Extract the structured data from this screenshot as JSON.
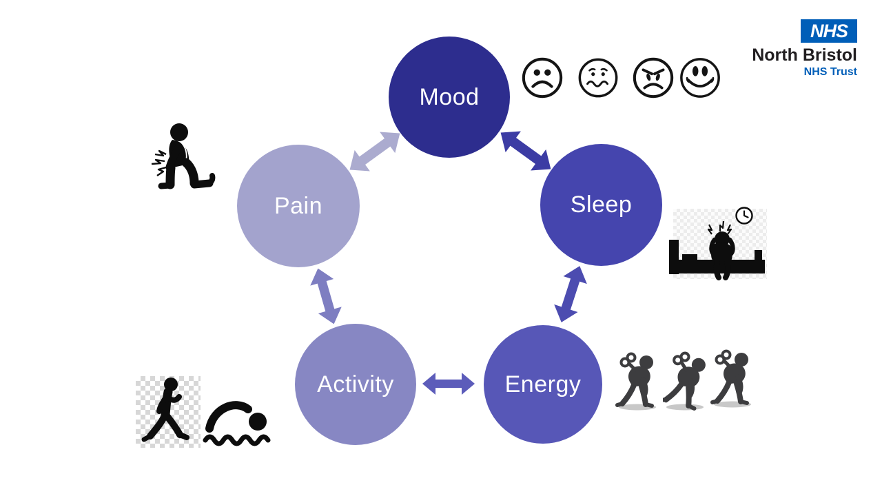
{
  "header": {
    "logo": {
      "nhs": "NHS",
      "trust_name": "North Bristol",
      "trust_suffix": "NHS Trust",
      "nhs_blue": "#005EB8",
      "name_color": "#211e20"
    }
  },
  "cycle": {
    "label_color": "#ffffff",
    "nodes": [
      {
        "id": "mood",
        "label": "Mood",
        "color": "#2D2D8E"
      },
      {
        "id": "sleep",
        "label": "Sleep",
        "color": "#4545AE"
      },
      {
        "id": "energy",
        "label": "Energy",
        "color": "#5757B7"
      },
      {
        "id": "activity",
        "label": "Activity",
        "color": "#8787C3"
      },
      {
        "id": "pain",
        "label": "Pain",
        "color": "#A3A3CD"
      }
    ],
    "arrows": [
      {
        "id": "pain-mood",
        "between": [
          "Pain",
          "Mood"
        ],
        "color": "#ABABCF"
      },
      {
        "id": "mood-sleep",
        "between": [
          "Mood",
          "Sleep"
        ],
        "color": "#3C3CA4"
      },
      {
        "id": "sleep-energy",
        "between": [
          "Sleep",
          "Energy"
        ],
        "color": "#4C4CB0"
      },
      {
        "id": "activity-energy",
        "between": [
          "Activity",
          "Energy"
        ],
        "color": "#5C5CBA"
      },
      {
        "id": "pain-activity",
        "between": [
          "Pain",
          "Activity"
        ],
        "color": "#7E7EC1"
      }
    ]
  },
  "icons": {
    "face_color": "#141414",
    "silhouette_color": "#0d0d0d",
    "windup_color": "#3D3D3F",
    "mood_scale": [
      "sad-face",
      "worried-face",
      "angry-face",
      "smiley-face"
    ],
    "pain_icon": "kneeling-figure-knee-pain",
    "sleep_icon": "figure-sitting-on-bed-with-clock",
    "energy_icons": [
      "wind-up-figure",
      "wind-up-figure-bent",
      "wind-up-figure"
    ],
    "activity_icons": [
      "walking-figure",
      "swimming-figure"
    ]
  }
}
